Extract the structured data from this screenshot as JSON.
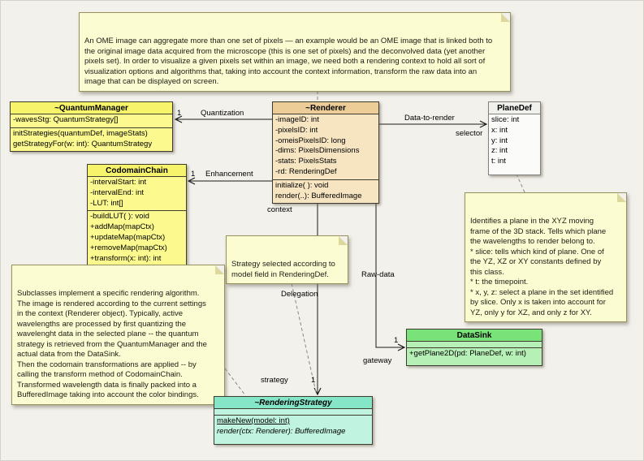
{
  "diagram": {
    "bg_color": "#f3f1ec"
  },
  "colors": {
    "class_yellow": "#fcfa8e",
    "class_tan": "#f7e5c2",
    "class_white": "#fbfbf9",
    "class_green": "#79e279",
    "class_aqua": "#84e6c6",
    "note_yellow": "#fcfcd2"
  },
  "notes": {
    "overview": {
      "text": "An OME image can aggregate more than one set of pixels — an example would be an OME image that is linked both to the original image data acquired from the microscope (this is one set of pixels) and  the deconvolved data (yet another pixels set). In order to visualize a given pixels set within an image, we need both a rendering context to hold all sort of visualization options and algorithms that, taking into account the context information, transform the raw data into an image that can be displayed on screen."
    },
    "planedef": {
      "text": "Identifies a plane in the XYZ moving frame of the 3D stack. Tells which plane the wavelengths to render belong to.\n* slice: tells which kind of plane. One of the YZ, XZ or XY constants defined by this class.\n* t: the timepoint.\n* x, y, z: select a plane in the set identified by slice. Only x is taken into account for YZ, only y for XZ, and only z for XY."
    },
    "strategy": {
      "text": "Strategy selected according to\nmodel field in RenderingDef."
    },
    "subclasses": {
      "text": "Subclasses implement a specific rendering algorithm.\nThe image is rendered according to the current settings in the context (Renderer object). Typically, active wavelengths are processed by first quantizing the wavelenght data in the selected plane -- the quantum strategy is retrieved from the QuantumManager and the actual data from the DataSink.\nThen the codomain transformations are applied -- by calling the transform method of CodomainChain.\nTransformed wavelength data is finally packed into a BufferedImage taking into account the color bindings."
    }
  },
  "classes": {
    "quantum_manager": {
      "name": "~QuantumManager",
      "attrs": [
        "-wavesStg: QuantumStrategy[]"
      ],
      "methods": [
        "initStrategies(quantumDef, imageStats)",
        "getStrategyFor(w: int): QuantumStrategy"
      ]
    },
    "renderer": {
      "name": "~Renderer",
      "attrs": [
        "-imageID: int",
        "-pixelsID: int",
        "-omeisPixelsID: long",
        "-dims: PixelsDimensions",
        "-stats: PixelsStats",
        "-rd: RenderingDef"
      ],
      "methods": [
        "initialize( ): void",
        "render(..): BufferedImage"
      ]
    },
    "planedef": {
      "name": "PlaneDef",
      "attrs": [
        "slice: int",
        "x: int",
        "y: int",
        "z: int",
        "t: int"
      ]
    },
    "codomain_chain": {
      "name": "CodomainChain",
      "attrs": [
        "-intervalStart: int",
        "-intervalEnd: int",
        "-LUT: int[]"
      ],
      "methods": [
        "-buildLUT( ): void",
        "+addMap(mapCtx)",
        "+updateMap(mapCtx)",
        "+removeMap(mapCtx)",
        "+transform(x: int): int"
      ]
    },
    "datasink": {
      "name": "DataSink",
      "methods": [
        "+getPlane2D(pd: PlaneDef, w: int)"
      ]
    },
    "rendering_strategy": {
      "name": "~RenderingStrategy",
      "methods": [
        "makeNew(model: int)",
        "render(ctx: Renderer): BufferedImage"
      ]
    }
  },
  "edges": {
    "quantization": {
      "name": "Quantization",
      "mult": "1"
    },
    "data_to_render": {
      "name": "Data-to-render",
      "role": "selector"
    },
    "enhancement": {
      "name": "Enhancement",
      "mult": "1"
    },
    "delegation": {
      "name": "Delegation",
      "source_role": "context",
      "target_role": "strategy",
      "mult": "1"
    },
    "raw_data": {
      "name": "Raw-data",
      "target_role": "gateway",
      "mult": "1"
    }
  }
}
